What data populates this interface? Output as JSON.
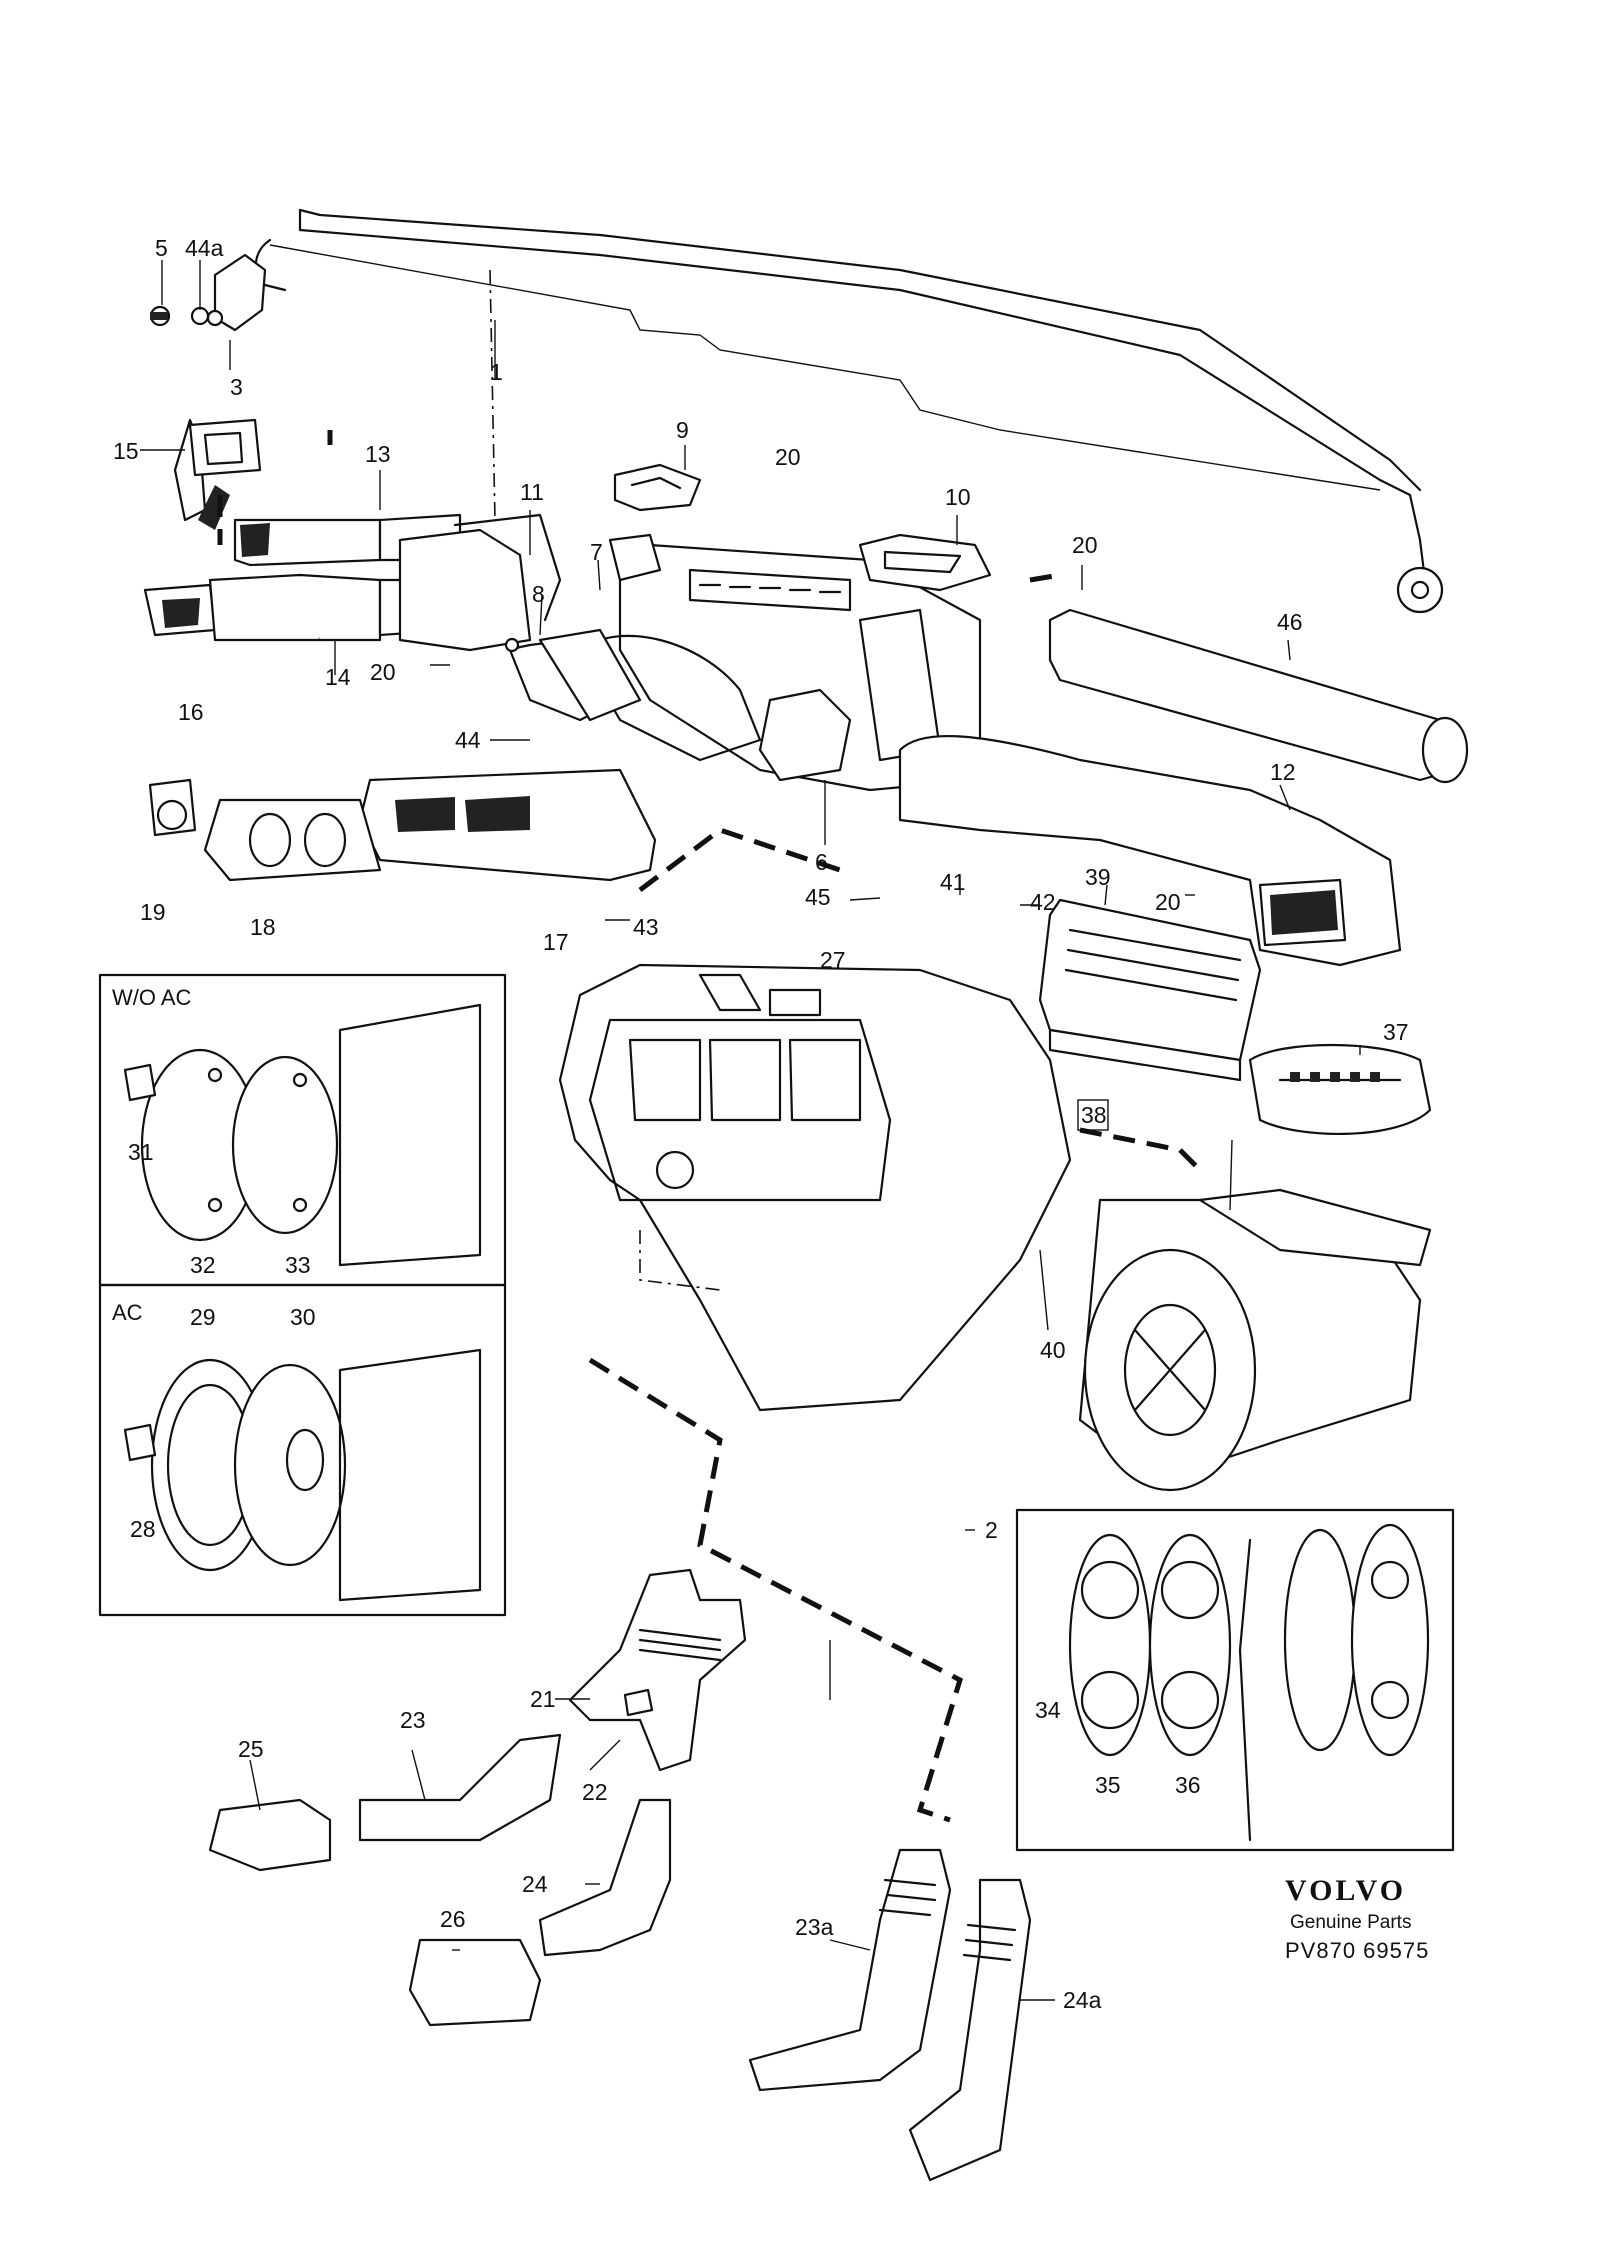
{
  "parts": {
    "p1": "1",
    "p2": "2",
    "p3": "3",
    "p5": "5",
    "p4a": "44a",
    "p6": "6",
    "p7": "7",
    "p8": "8",
    "p9": "9",
    "p10": "10",
    "p11": "11",
    "p12": "12",
    "p13": "13",
    "p14": "14",
    "p15": "15",
    "p16": "16",
    "p17": "17",
    "p18": "18",
    "p19": "19",
    "p20a": "20",
    "p20b": "20",
    "p20c": "20",
    "p20d": "20",
    "p21": "21",
    "p22": "22",
    "p23": "23",
    "p23a": "23a",
    "p24": "24",
    "p24a": "24a",
    "p25": "25",
    "p26": "26",
    "p27": "27",
    "p28": "28",
    "p29": "29",
    "p30": "30",
    "p31": "31",
    "p32": "32",
    "p33": "33",
    "p34": "34",
    "p35": "35",
    "p36": "36",
    "p37": "37",
    "p38": "38",
    "p39": "39",
    "p40": "40",
    "p41": "41",
    "p42": "42",
    "p43": "43",
    "p44": "44",
    "p45": "45",
    "p46": "46"
  },
  "insets": {
    "without_ac": "W/O AC",
    "with_ac": "AC"
  },
  "brand": {
    "name": "VOLVO",
    "subtitle": "Genuine Parts",
    "code": "PV870 69575"
  }
}
